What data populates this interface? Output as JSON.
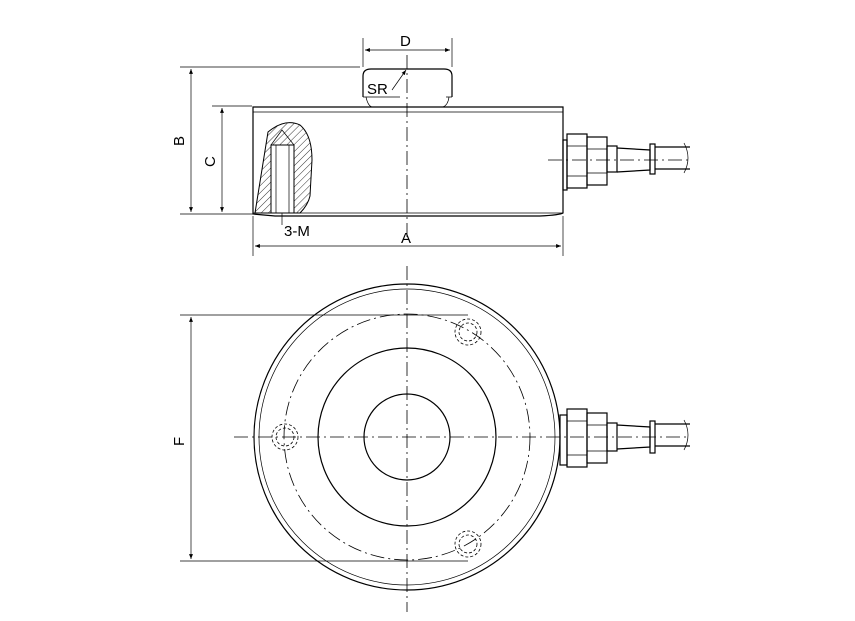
{
  "diagram": {
    "labels": {
      "d": "D",
      "sr": "SR",
      "b": "B",
      "c": "C",
      "thread": "3-M",
      "a": "A",
      "f": "F"
    },
    "colors": {
      "ink": "#000000",
      "background": "#ffffff"
    }
  }
}
